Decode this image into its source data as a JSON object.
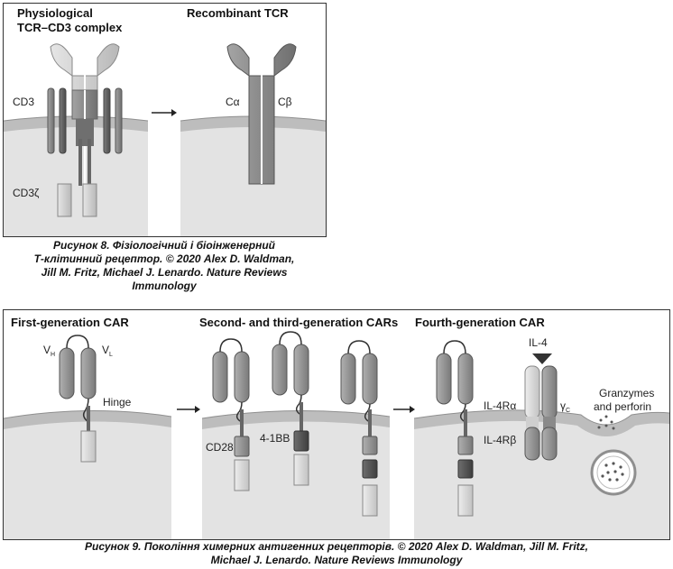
{
  "figure8": {
    "left_heading_line1": "Physiological",
    "left_heading_line2": "TCR–CD3 complex",
    "right_heading": "Recombinant TCR",
    "label_cd3": "CD3",
    "label_cd3z": "CD3ζ",
    "label_ca": "Cα",
    "label_cb": "Cβ",
    "caption_line1": "Рисунок 8. Фізіологічний і біоінженерний",
    "caption_line2": "Т-клітинний рецептор. © 2020 Alex D. Waldman,",
    "caption_line3": "Jill M. Fritz, Michael J. Lenardo. Nature Reviews",
    "caption_line4": "Immunology"
  },
  "figure9": {
    "heading_first": "First-generation CAR",
    "heading_second": "Second- and third-generation CARs",
    "heading_fourth": "Fourth-generation CAR",
    "label_vh_main": "V",
    "label_vh_sub": "H",
    "label_vl_main": "V",
    "label_vl_sub": "L",
    "label_hinge": "Hinge",
    "label_cd28": "CD28",
    "label_41bb": "4-1BB",
    "label_il4": "IL-4",
    "label_il4ra": "IL-4Rα",
    "label_il4rb": "IL-4Rβ",
    "label_gamma_main": "γ",
    "label_gamma_sub": "C",
    "label_granzymes_line1": "Granzymes",
    "label_granzymes_line2": "and perforin",
    "caption_line1": "Рисунок 9. Покоління химерних антигенних рецепторів. © 2020 Alex D. Waldman, Jill M. Fritz,",
    "caption_line2": "Michael J. Lenardo. Nature Reviews Immunology"
  },
  "colors": {
    "membrane": "#bdbdbd",
    "cytoplasm": "#e4e4e4",
    "domain_mid": "#8e8e8e",
    "domain_light": "#cfcfcf",
    "domain_dark": "#5a5a5a",
    "tcr_light": "#c8c8c8"
  }
}
